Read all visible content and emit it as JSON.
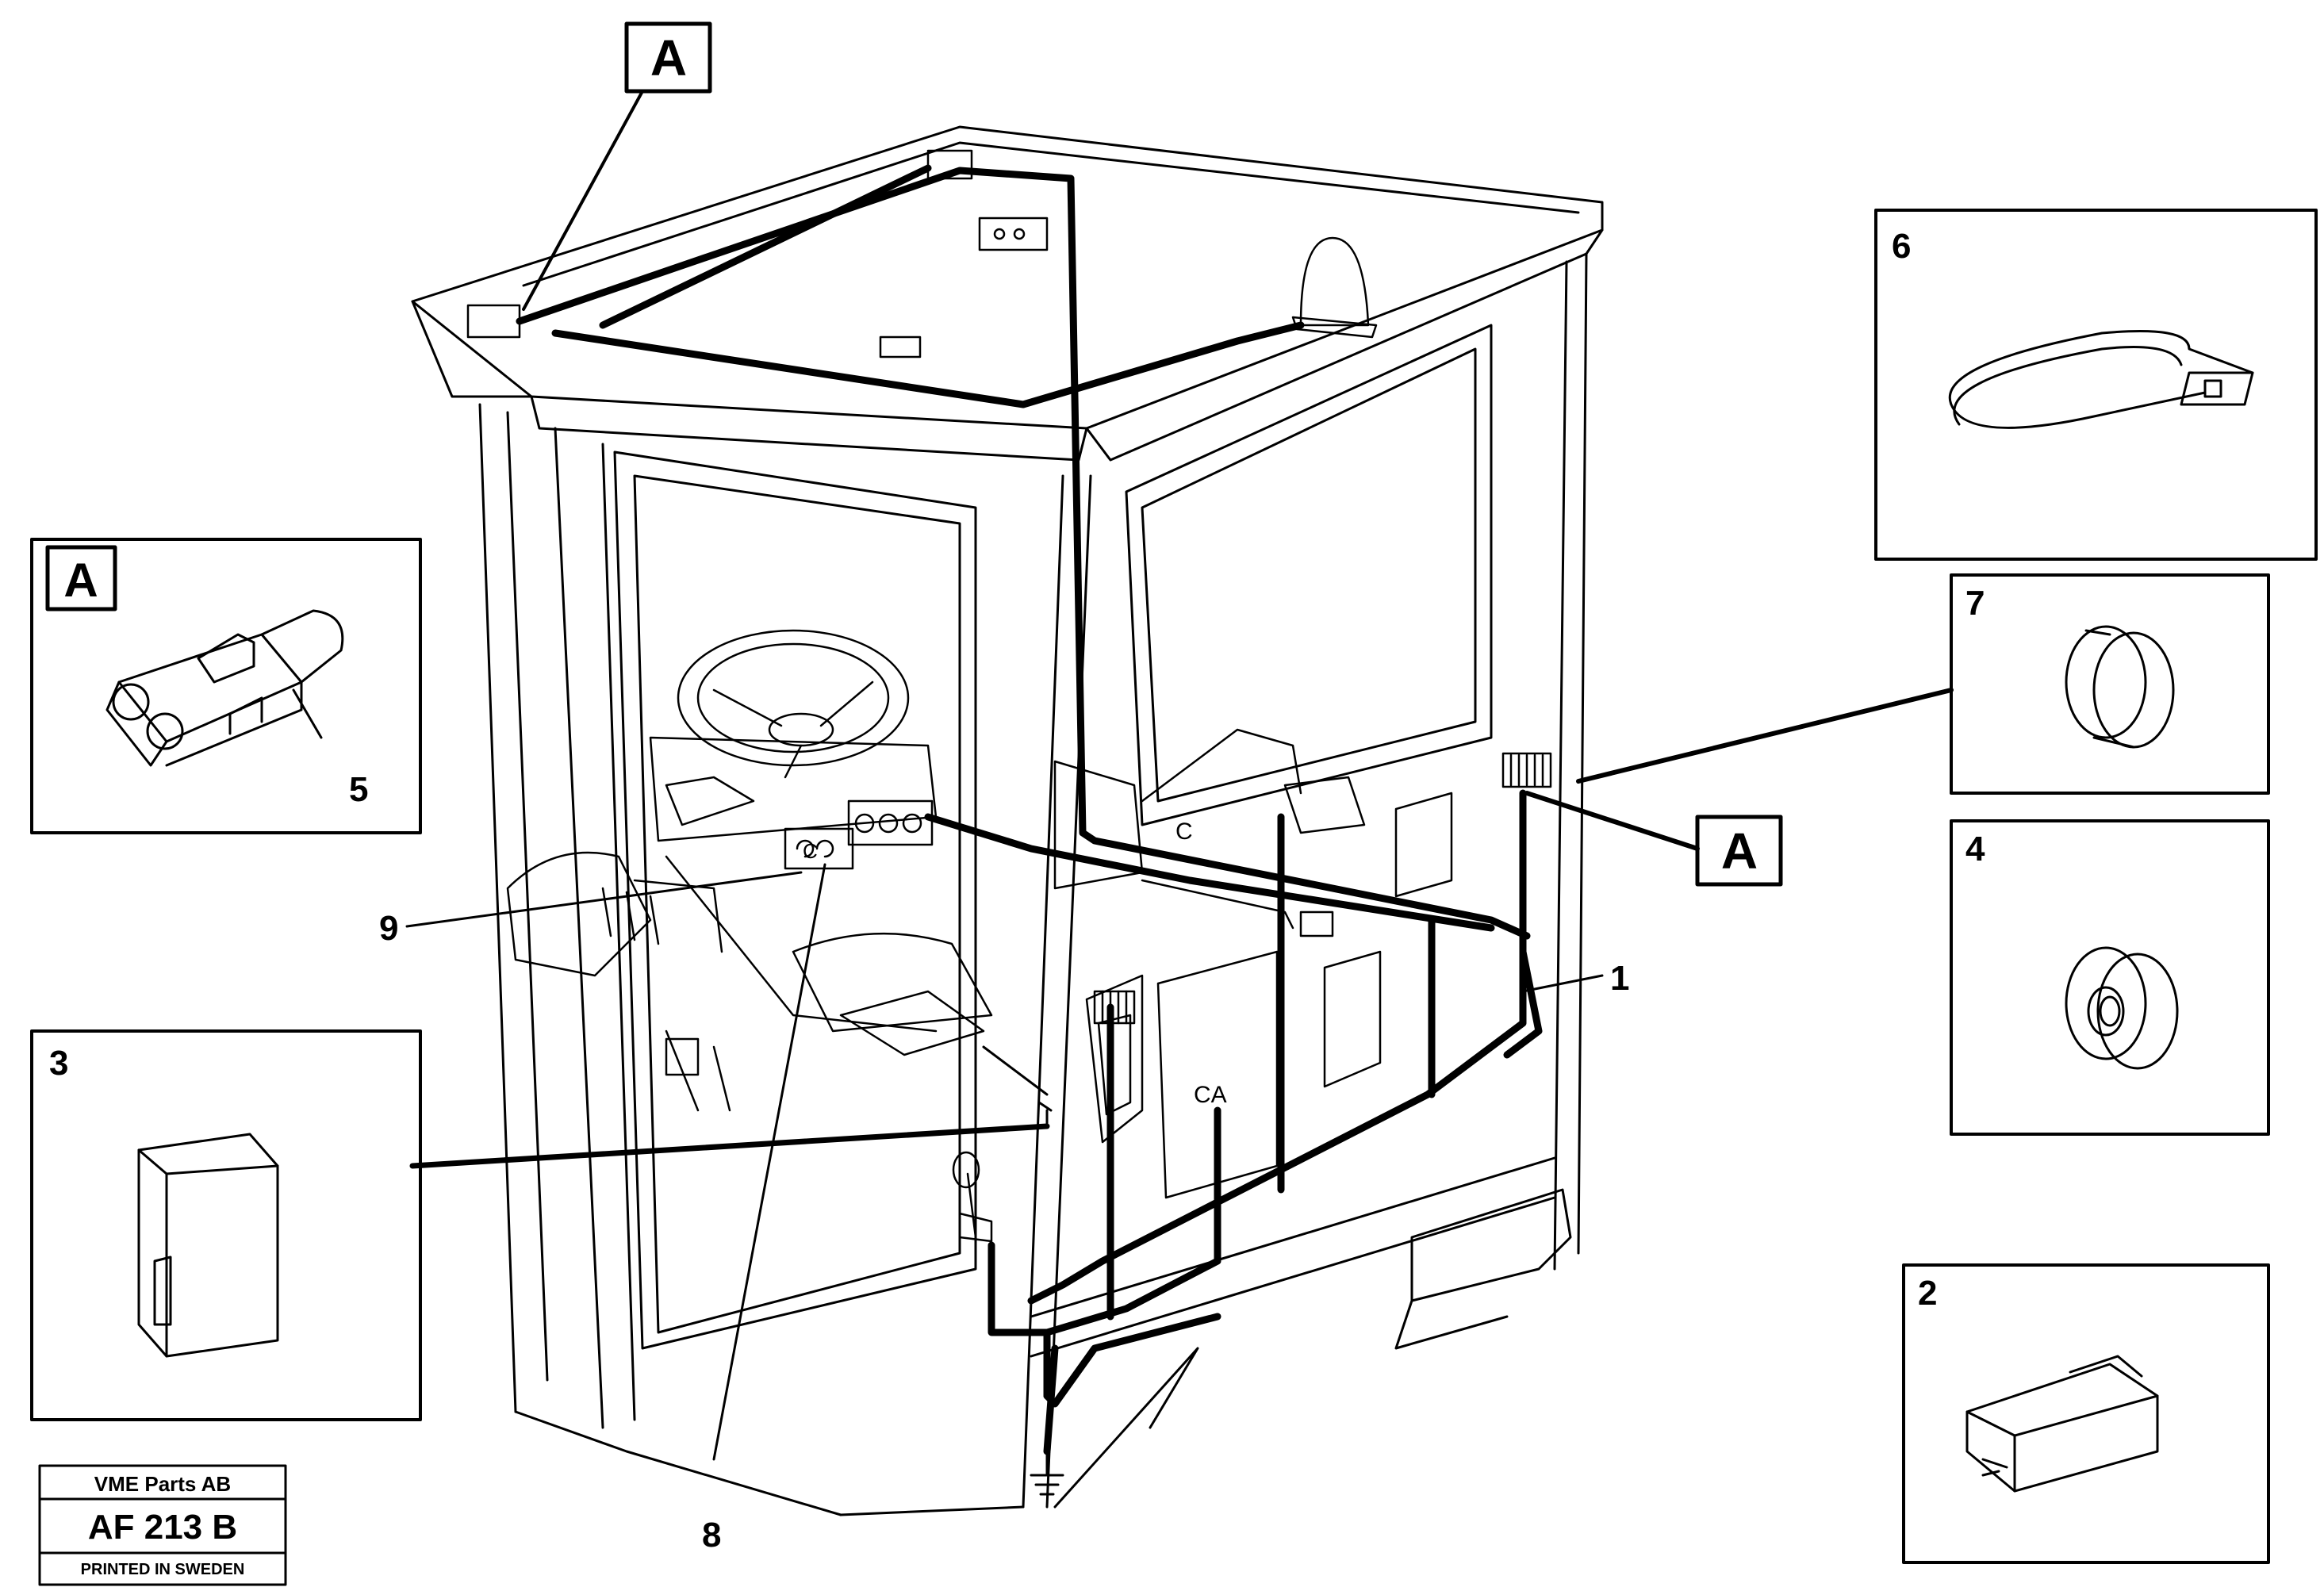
{
  "callouts": {
    "a_top": "A",
    "a_inset": "A",
    "a_right": "A",
    "n1": "1",
    "n2": "2",
    "n3": "3",
    "n4": "4",
    "n5": "5",
    "n6": "6",
    "n7": "7",
    "n8": "8",
    "n9": "9"
  },
  "cab_markings": {
    "dash_left": "C",
    "dash_right": "C",
    "panel": "CA"
  },
  "stamp": {
    "company": "VME Parts AB",
    "code": "AF 213 B",
    "footer": "PRINTED IN SWEDEN"
  }
}
